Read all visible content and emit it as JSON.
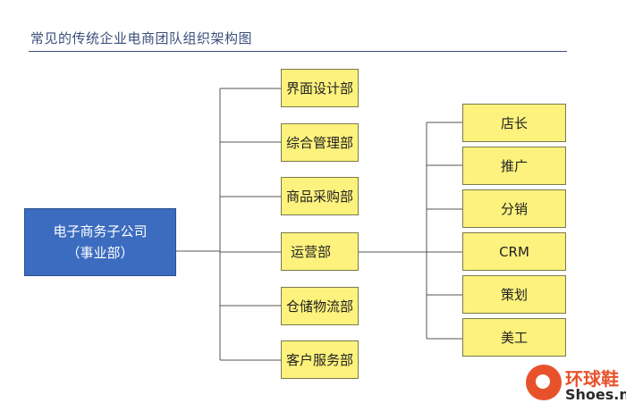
{
  "title": "常见的传统企业电商团队组织架构图",
  "root": {
    "line1": "电子商务子公司",
    "line2": "（事业部）"
  },
  "departments": [
    {
      "label": "界面设计部"
    },
    {
      "label": "综合管理部"
    },
    {
      "label": "商品采购部"
    },
    {
      "label": "运营部"
    },
    {
      "label": "仓储物流部"
    },
    {
      "label": "客户服务部"
    }
  ],
  "operations_sub": [
    {
      "label": "店长"
    },
    {
      "label": "推广"
    },
    {
      "label": "分销"
    },
    {
      "label": "CRM"
    },
    {
      "label": "策划"
    },
    {
      "label": "美工"
    }
  ],
  "watermark": {
    "cn": "环球鞋",
    "en": "Shoes.ne"
  },
  "colors": {
    "box_fill": "#fdf27d",
    "root_fill": "#3b6cbf",
    "title_color": "#3a4f7a",
    "watermark_orange": "#e8522a"
  }
}
